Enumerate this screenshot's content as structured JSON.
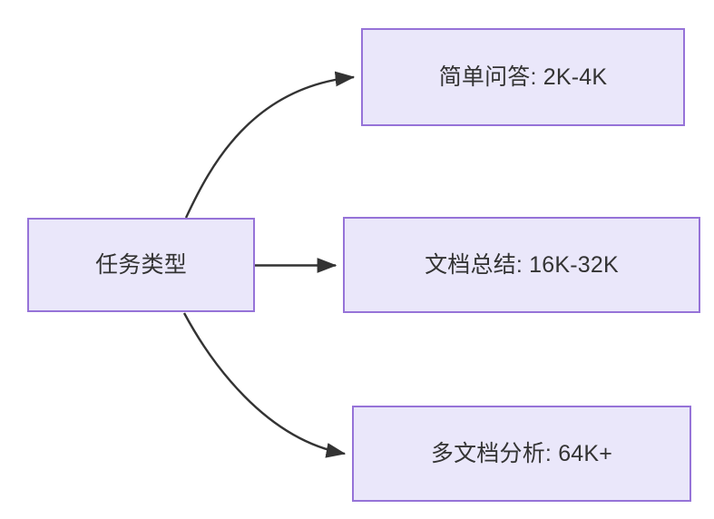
{
  "diagram": {
    "type": "flowchart",
    "direction": "left-to-right",
    "background_color": "#ffffff",
    "node_fill_color": "#eae7fa",
    "node_border_color": "#9673d8",
    "node_text_color": "#333333",
    "edge_color": "#333333",
    "nodes": [
      {
        "id": "root",
        "label": "任务类型",
        "role": "root"
      },
      {
        "id": "simple-qa",
        "label": "简单问答: 2K-4K",
        "role": "leaf"
      },
      {
        "id": "doc-summary",
        "label": "文档总结: 16K-32K",
        "role": "leaf"
      },
      {
        "id": "multi-doc",
        "label": "多文档分析: 64K+",
        "role": "leaf"
      }
    ],
    "edges": [
      {
        "id": "edge-root-simple-qa",
        "from": "root",
        "to": "simple-qa",
        "label": "",
        "style": "curved",
        "arrow": "end"
      },
      {
        "id": "edge-root-doc-summary",
        "from": "root",
        "to": "doc-summary",
        "label": "",
        "style": "straight",
        "arrow": "end"
      },
      {
        "id": "edge-root-multi-doc",
        "from": "root",
        "to": "multi-doc",
        "label": "",
        "style": "curved",
        "arrow": "end"
      }
    ]
  }
}
